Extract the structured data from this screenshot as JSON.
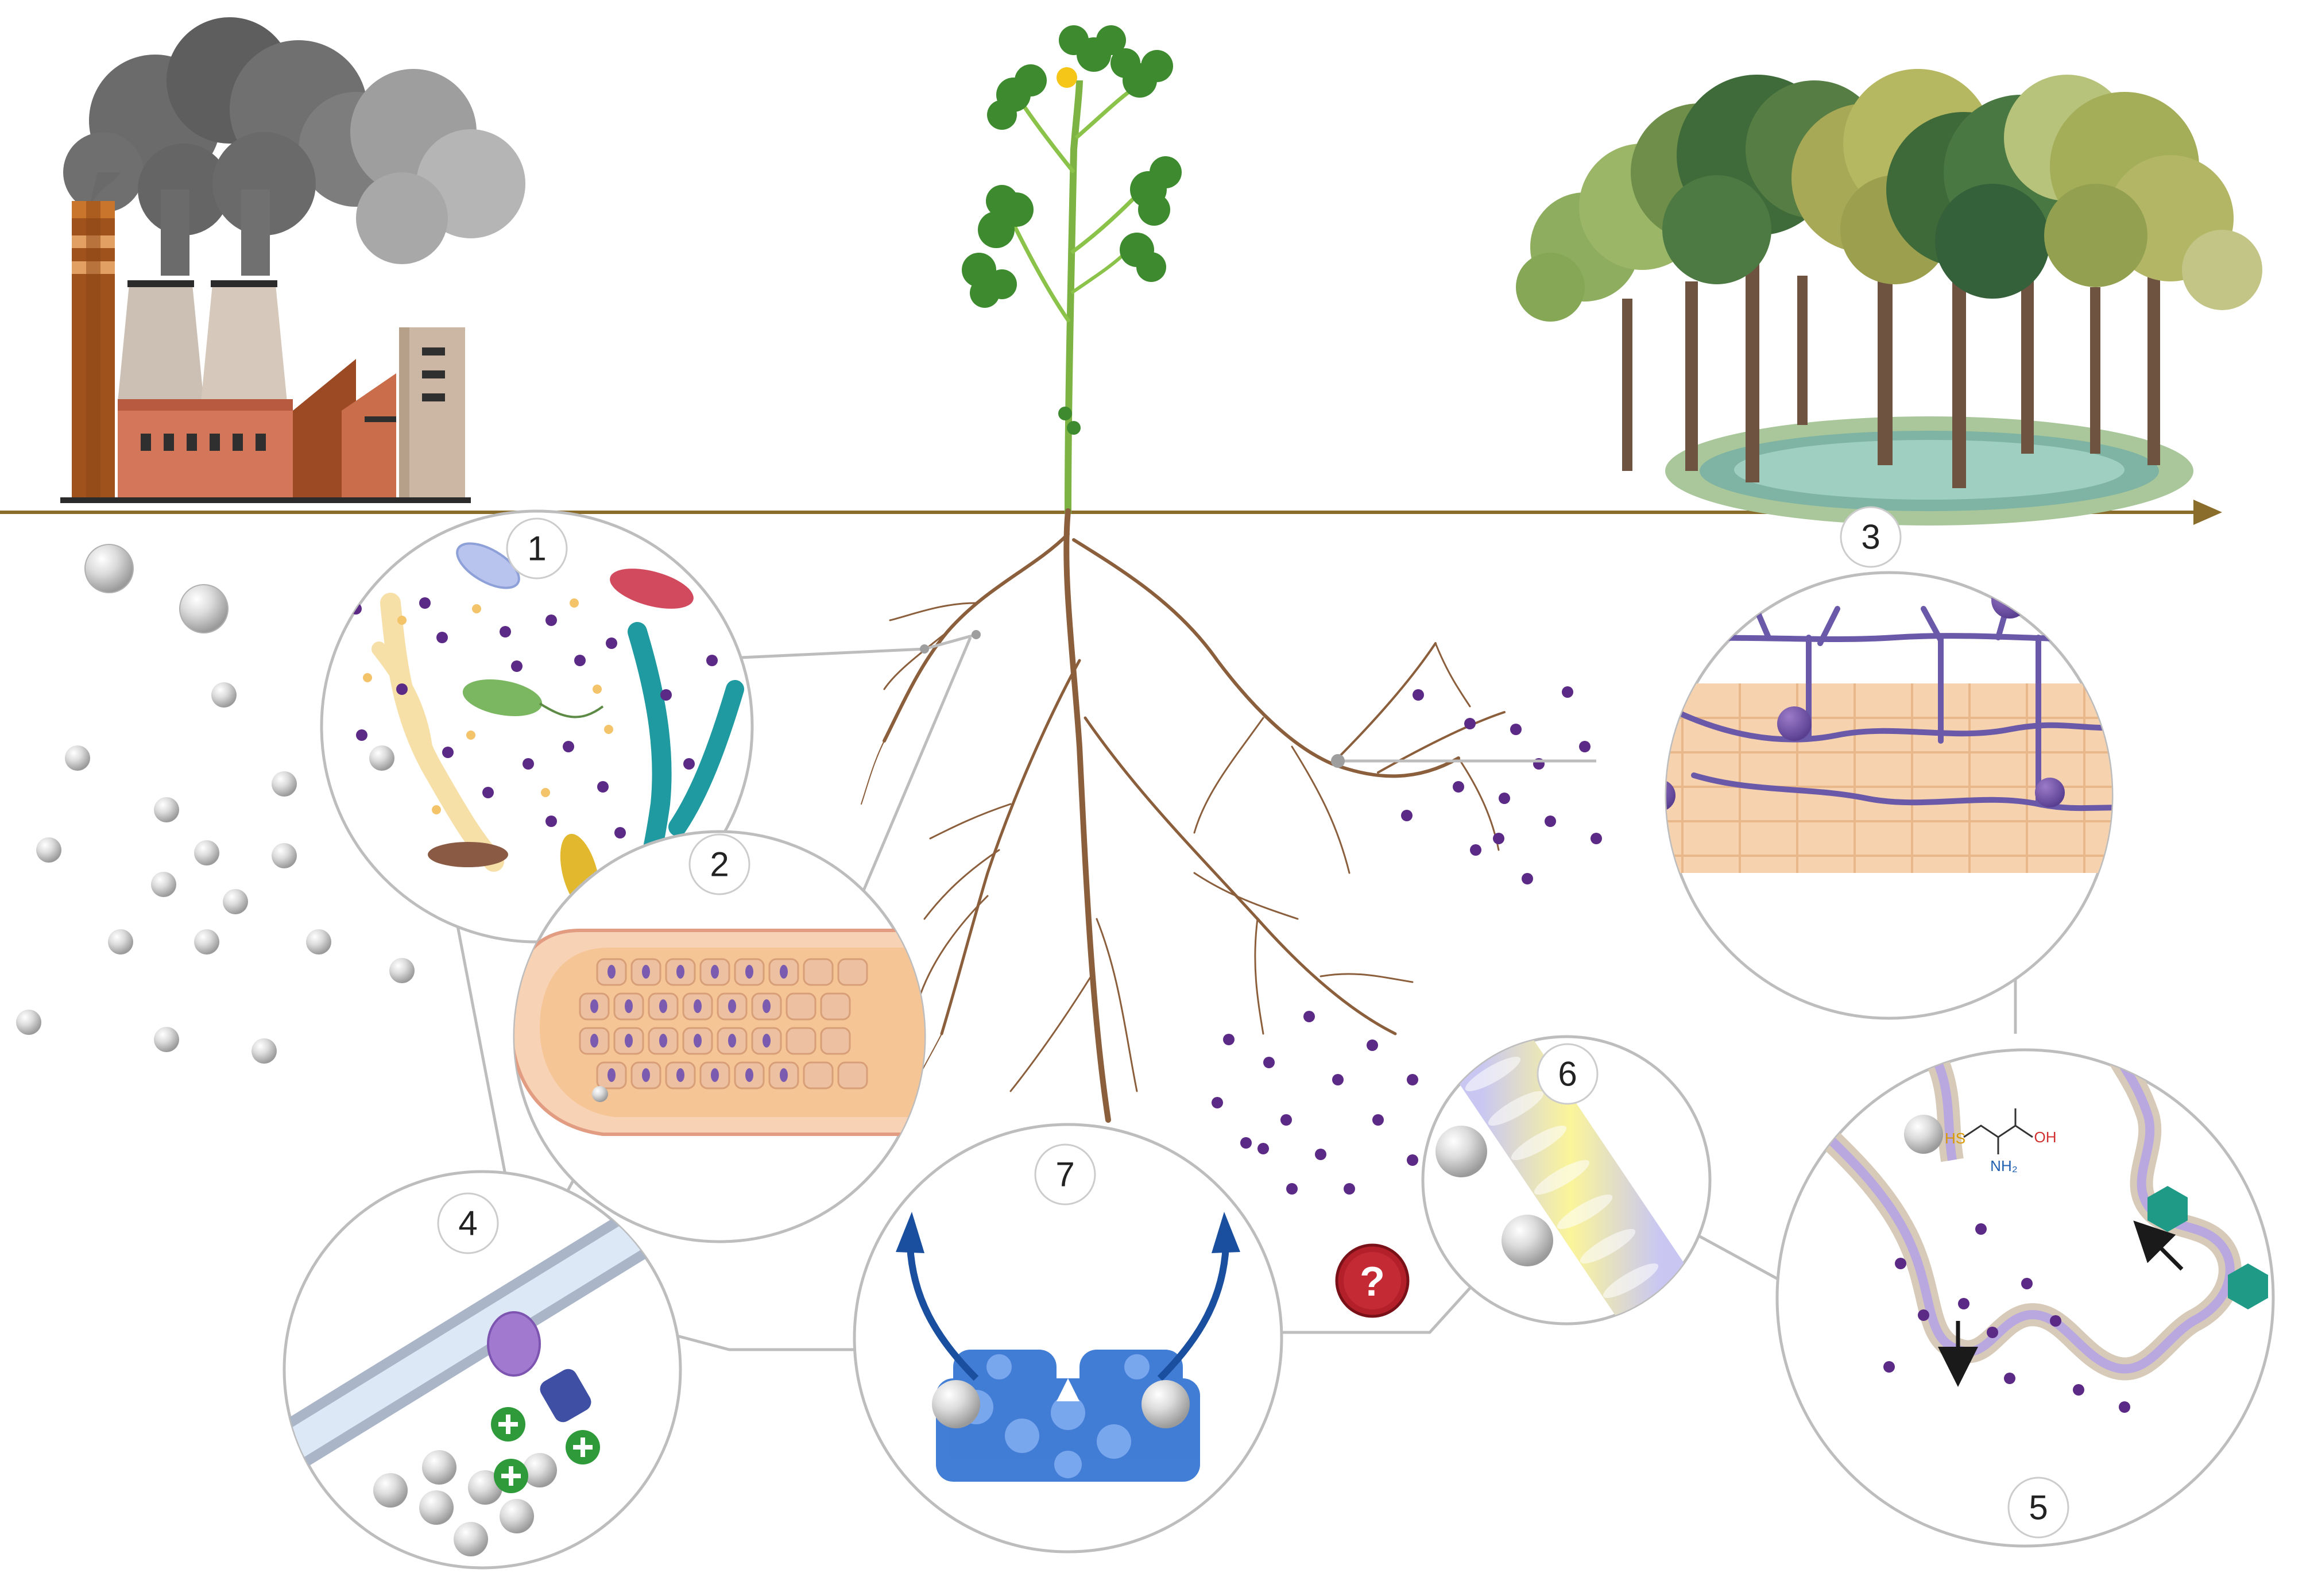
{
  "panels": {
    "p1": {
      "number": "1"
    },
    "p2": {
      "number": "2"
    },
    "p3": {
      "number": "3"
    },
    "p4": {
      "number": "4"
    },
    "p5": {
      "number": "5"
    },
    "p6": {
      "number": "6"
    },
    "p7": {
      "number": "7"
    }
  },
  "unknown_marker": {
    "text": "?"
  },
  "molecule": {
    "thiol": "HS",
    "hydroxyl": "OH",
    "amine": "NH₂"
  },
  "colors": {
    "ground_arrow": "#8a6d2b",
    "metal_particle": "#c8c8c8",
    "nutrient_dot": "#5b2a86",
    "root": "#8b5e3c",
    "panel_border": "#bdbdbd",
    "question_badge": "#b3202a"
  },
  "icons": {
    "factory": "factory-icon",
    "plant": "clover-plant-icon",
    "forest": "forest-icon"
  }
}
